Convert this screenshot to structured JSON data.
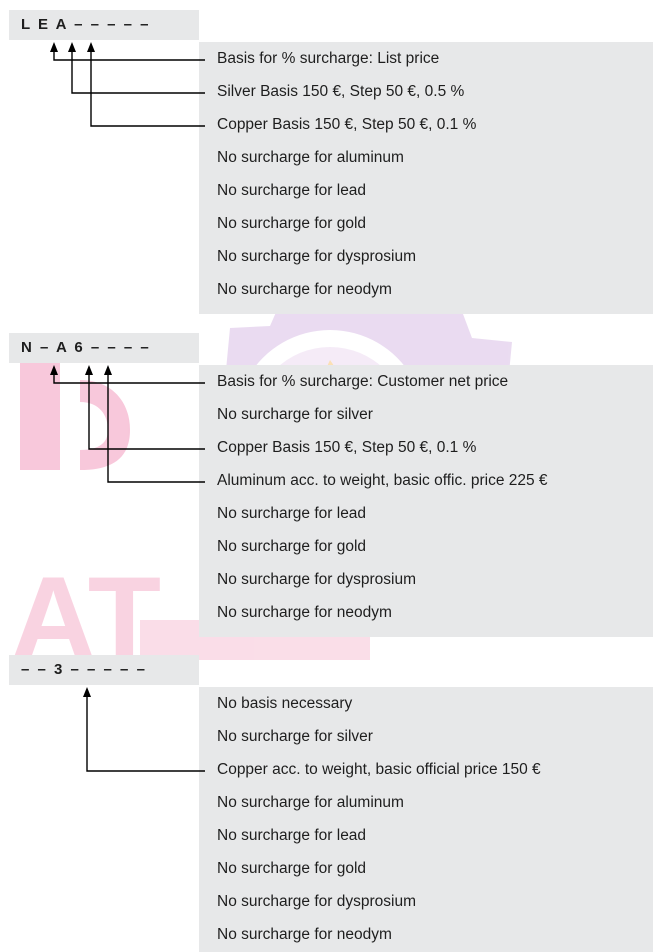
{
  "blocks": [
    {
      "code": "L E A – – – – –",
      "lines": [
        "Basis for % surcharge: List price",
        "Silver Basis 150  €, Step 50 €, 0.5 %",
        "Copper Basis 150 €, Step 50 €, 0.1 %",
        "No surcharge for aluminum",
        "No surcharge for lead",
        "No surcharge for gold",
        "No surcharge for dysprosium",
        "No surcharge for neodym"
      ]
    },
    {
      "code": "N – A 6 – – – –",
      "lines": [
        "Basis for % surcharge: Customer net price",
        "No surcharge for silver",
        "Copper Basis 150 €, Step 50 €, 0.1 %",
        "Aluminum acc. to weight, basic offic. price 225 €",
        "No surcharge for lead",
        "No surcharge for gold",
        "No surcharge for dysprosium",
        "No surcharge for neodym"
      ]
    },
    {
      "code": "– – 3 – – – – –",
      "lines": [
        "No basis necessary",
        "No surcharge for silver",
        "Copper acc. to weight, basic official price 150 €",
        "No surcharge for aluminum",
        "No surcharge for lead",
        "No surcharge for gold",
        "No surcharge for dysprosium",
        "No surcharge for neodym"
      ]
    }
  ],
  "watermark_text": "AT",
  "colors": {
    "panel": "#e7e8e9",
    "watermark_gear": "#c9a9dc",
    "watermark_pink": "#ec8fb5",
    "flame_orange": "#f6b24a"
  }
}
